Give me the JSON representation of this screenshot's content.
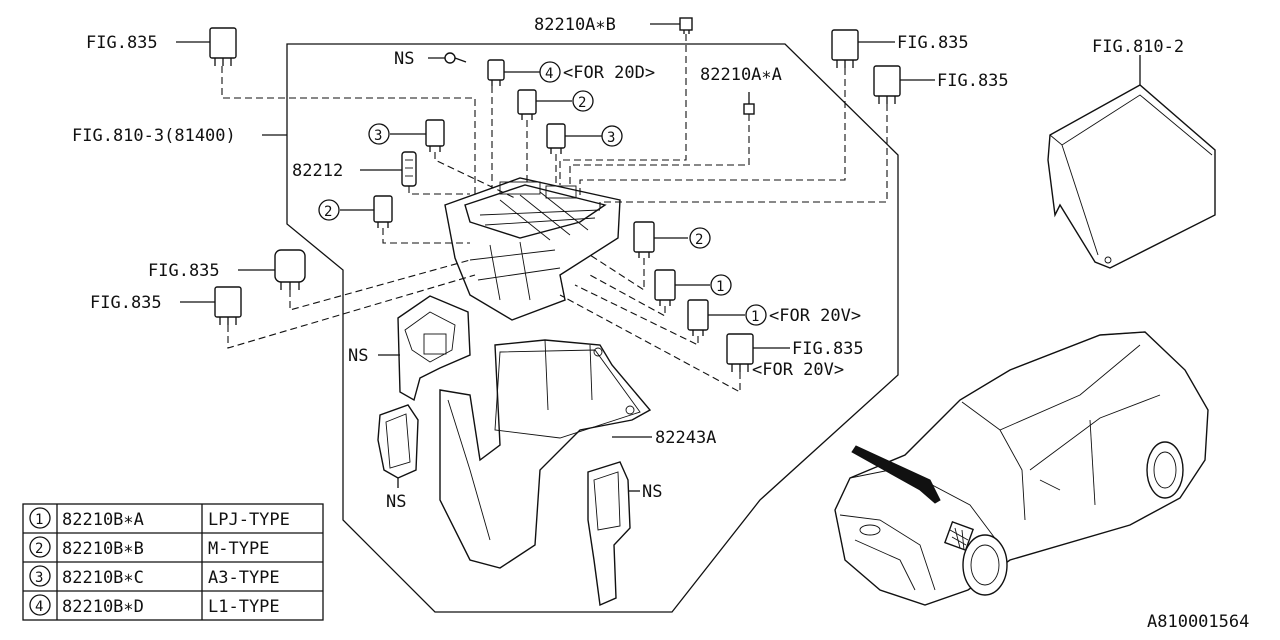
{
  "labels": {
    "fig835_topleft": "FIG.835",
    "a_b": "82210A∗B",
    "fig835_topright1": "FIG.835",
    "fig835_topright2": "FIG.835",
    "fig810_2": "FIG.810-2",
    "ns_top": "NS",
    "callout4_note": "<FOR 20D>",
    "a_a": "82210A∗A",
    "fig810_3": "FIG.810-3(81400)",
    "part82212": "82212",
    "fig835_midleft1": "FIG.835",
    "fig835_midleft2": "FIG.835",
    "callout1b_note": "<FOR 20V>",
    "fig835_lower": "FIG.835",
    "fig835_lower_note": "<FOR 20V>",
    "ns_left": "NS",
    "part82243a": "82243A",
    "ns_bottom_left": "NS",
    "ns_bottom_right": "NS",
    "diagram_id": "A810001564"
  },
  "callouts": {
    "c1": "1",
    "c2": "2",
    "c3": "3",
    "c4": "4"
  },
  "legend": {
    "rows": [
      {
        "num": "1",
        "part": "82210B∗A",
        "type": "LPJ-TYPE"
      },
      {
        "num": "2",
        "part": "82210B∗B",
        "type": "M-TYPE"
      },
      {
        "num": "3",
        "part": "82210B∗C",
        "type": "A3-TYPE"
      },
      {
        "num": "4",
        "part": "82210B∗D",
        "type": "L1-TYPE"
      }
    ]
  }
}
